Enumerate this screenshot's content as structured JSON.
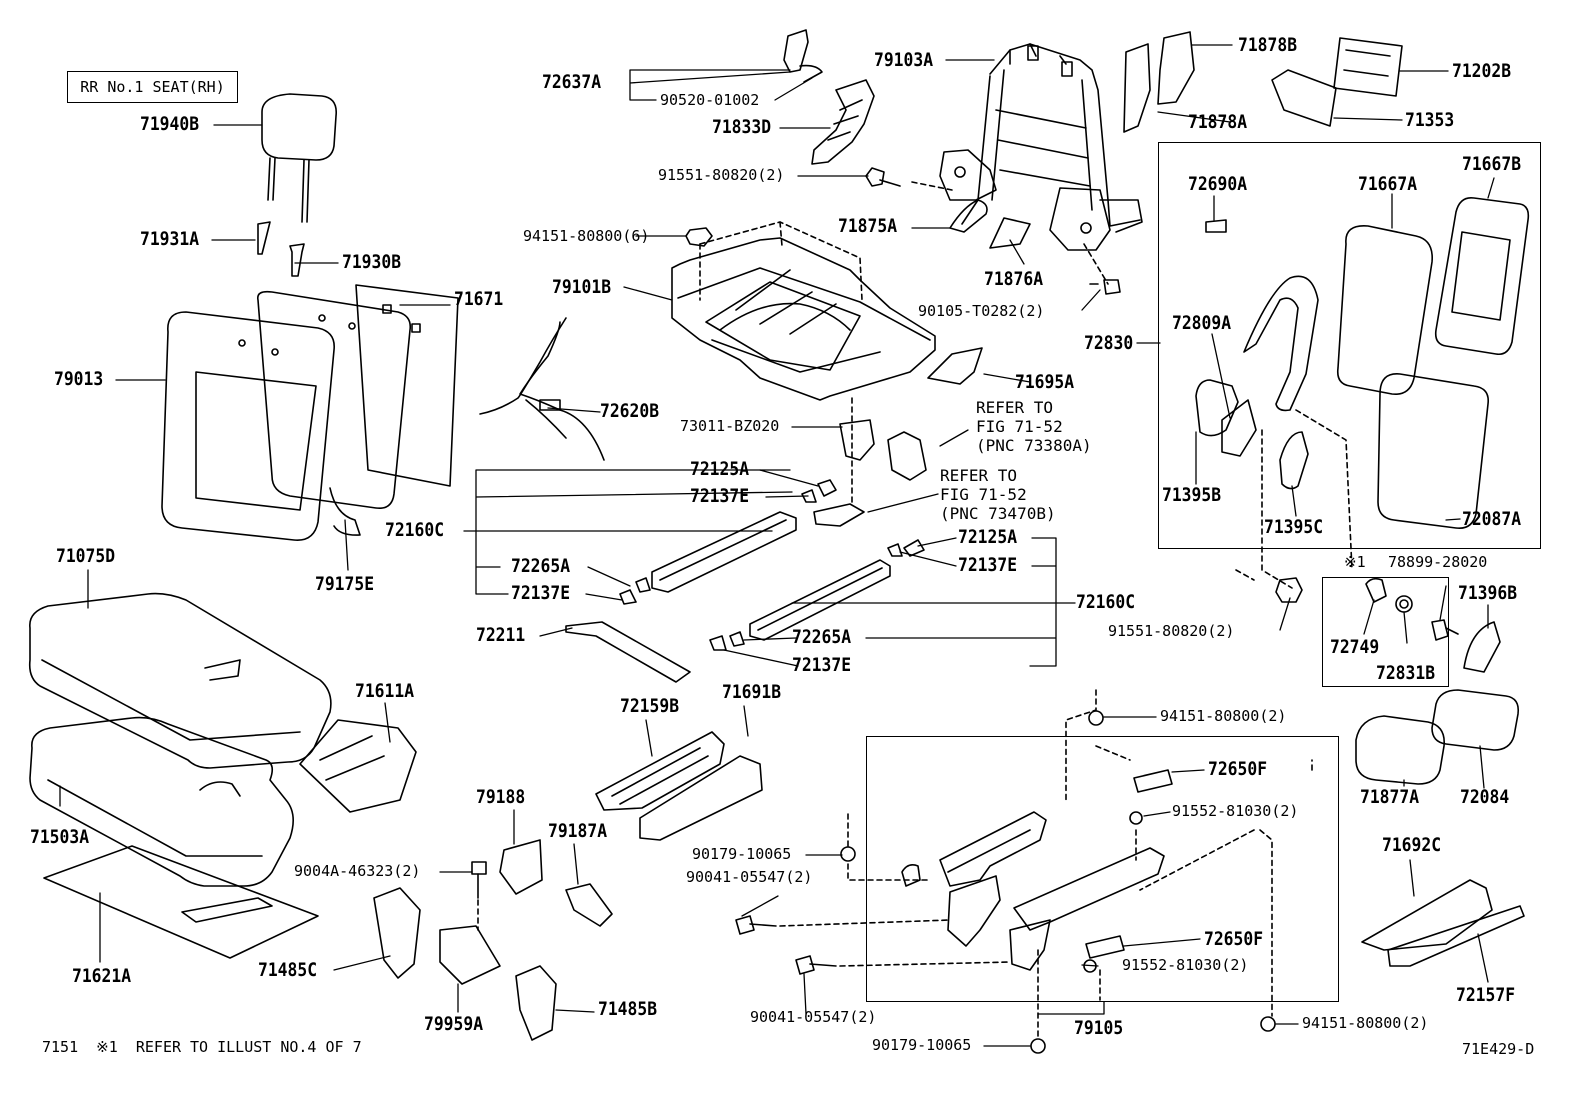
{
  "title_box": "RR No.1 SEAT(RH)",
  "labels": {
    "p71940B": "71940B",
    "p71931A": "71931A",
    "p71930B": "71930B",
    "p71671": "71671",
    "p79013": "79013",
    "p79175E": "79175E",
    "p71075D": "71075D",
    "p71611A": "71611A",
    "p71503A": "71503A",
    "p71621A": "71621A",
    "p72637A": "72637A",
    "p90520": "90520-01002",
    "p71833D": "71833D",
    "p91551a": "91551-80820(2)",
    "p94151a": "94151-80800(6)",
    "p79101B": "79101B",
    "p72620B": "72620B",
    "p73011": "73011-BZ020",
    "p79103A": "79103A",
    "p71875A": "71875A",
    "p71876A": "71876A",
    "p90105": "90105-T0282(2)",
    "p71695A": "71695A",
    "p71878B": "71878B",
    "p71878A": "71878A",
    "p71202B": "71202B",
    "p71353": "71353",
    "p72830": "72830",
    "p72690A": "72690A",
    "p71667A": "71667A",
    "p71667B": "71667B",
    "p72809A": "72809A",
    "p71395B": "71395B",
    "p71395C": "71395C",
    "p72087A": "72087A",
    "p72125A_l": "72125A",
    "p72137E_l1": "72137E",
    "p72160C_l": "72160C",
    "p72265A_l": "72265A",
    "p72137E_l2": "72137E",
    "p72211": "72211",
    "p72125A_r": "72125A",
    "p72137E_r1": "72137E",
    "p72160C_r": "72160C",
    "p72265A_r": "72265A",
    "p72137E_r2": "72137E",
    "p91551b": "91551-80820(2)",
    "p78899": "78899-28020",
    "p71396B": "71396B",
    "p72749": "72749",
    "p72831B": "72831B",
    "p72159B": "72159B",
    "p71691B": "71691B",
    "p79188": "79188",
    "p79187A": "79187A",
    "p9004A": "9004A-46323(2)",
    "p71485C": "71485C",
    "p79959A": "79959A",
    "p71485B": "71485B",
    "p94151b": "94151-80800(2)",
    "p72650F_a": "72650F",
    "p91552a": "91552-81030(2)",
    "p90179a": "90179-10065",
    "p90041a": "90041-05547(2)",
    "p72650F_b": "72650F",
    "p91552b": "91552-81030(2)",
    "p90041b": "90041-05547(2)",
    "p79105": "79105",
    "p90179b": "90179-10065",
    "p94151c": "94151-80800(2)",
    "p71877A": "71877A",
    "p72084": "72084",
    "p71692C": "71692C",
    "p72157F": "72157F"
  },
  "refer_1": [
    "REFER TO",
    "FIG 71-52",
    "(PNC 73380A)"
  ],
  "refer_2": [
    "REFER TO",
    "FIG 71-52",
    "(PNC 73470B)"
  ],
  "note_mark": "※1",
  "footer_left": "7151  ※1  REFER TO ILLUST NO.4 OF 7",
  "footer_right": "71E429-D"
}
